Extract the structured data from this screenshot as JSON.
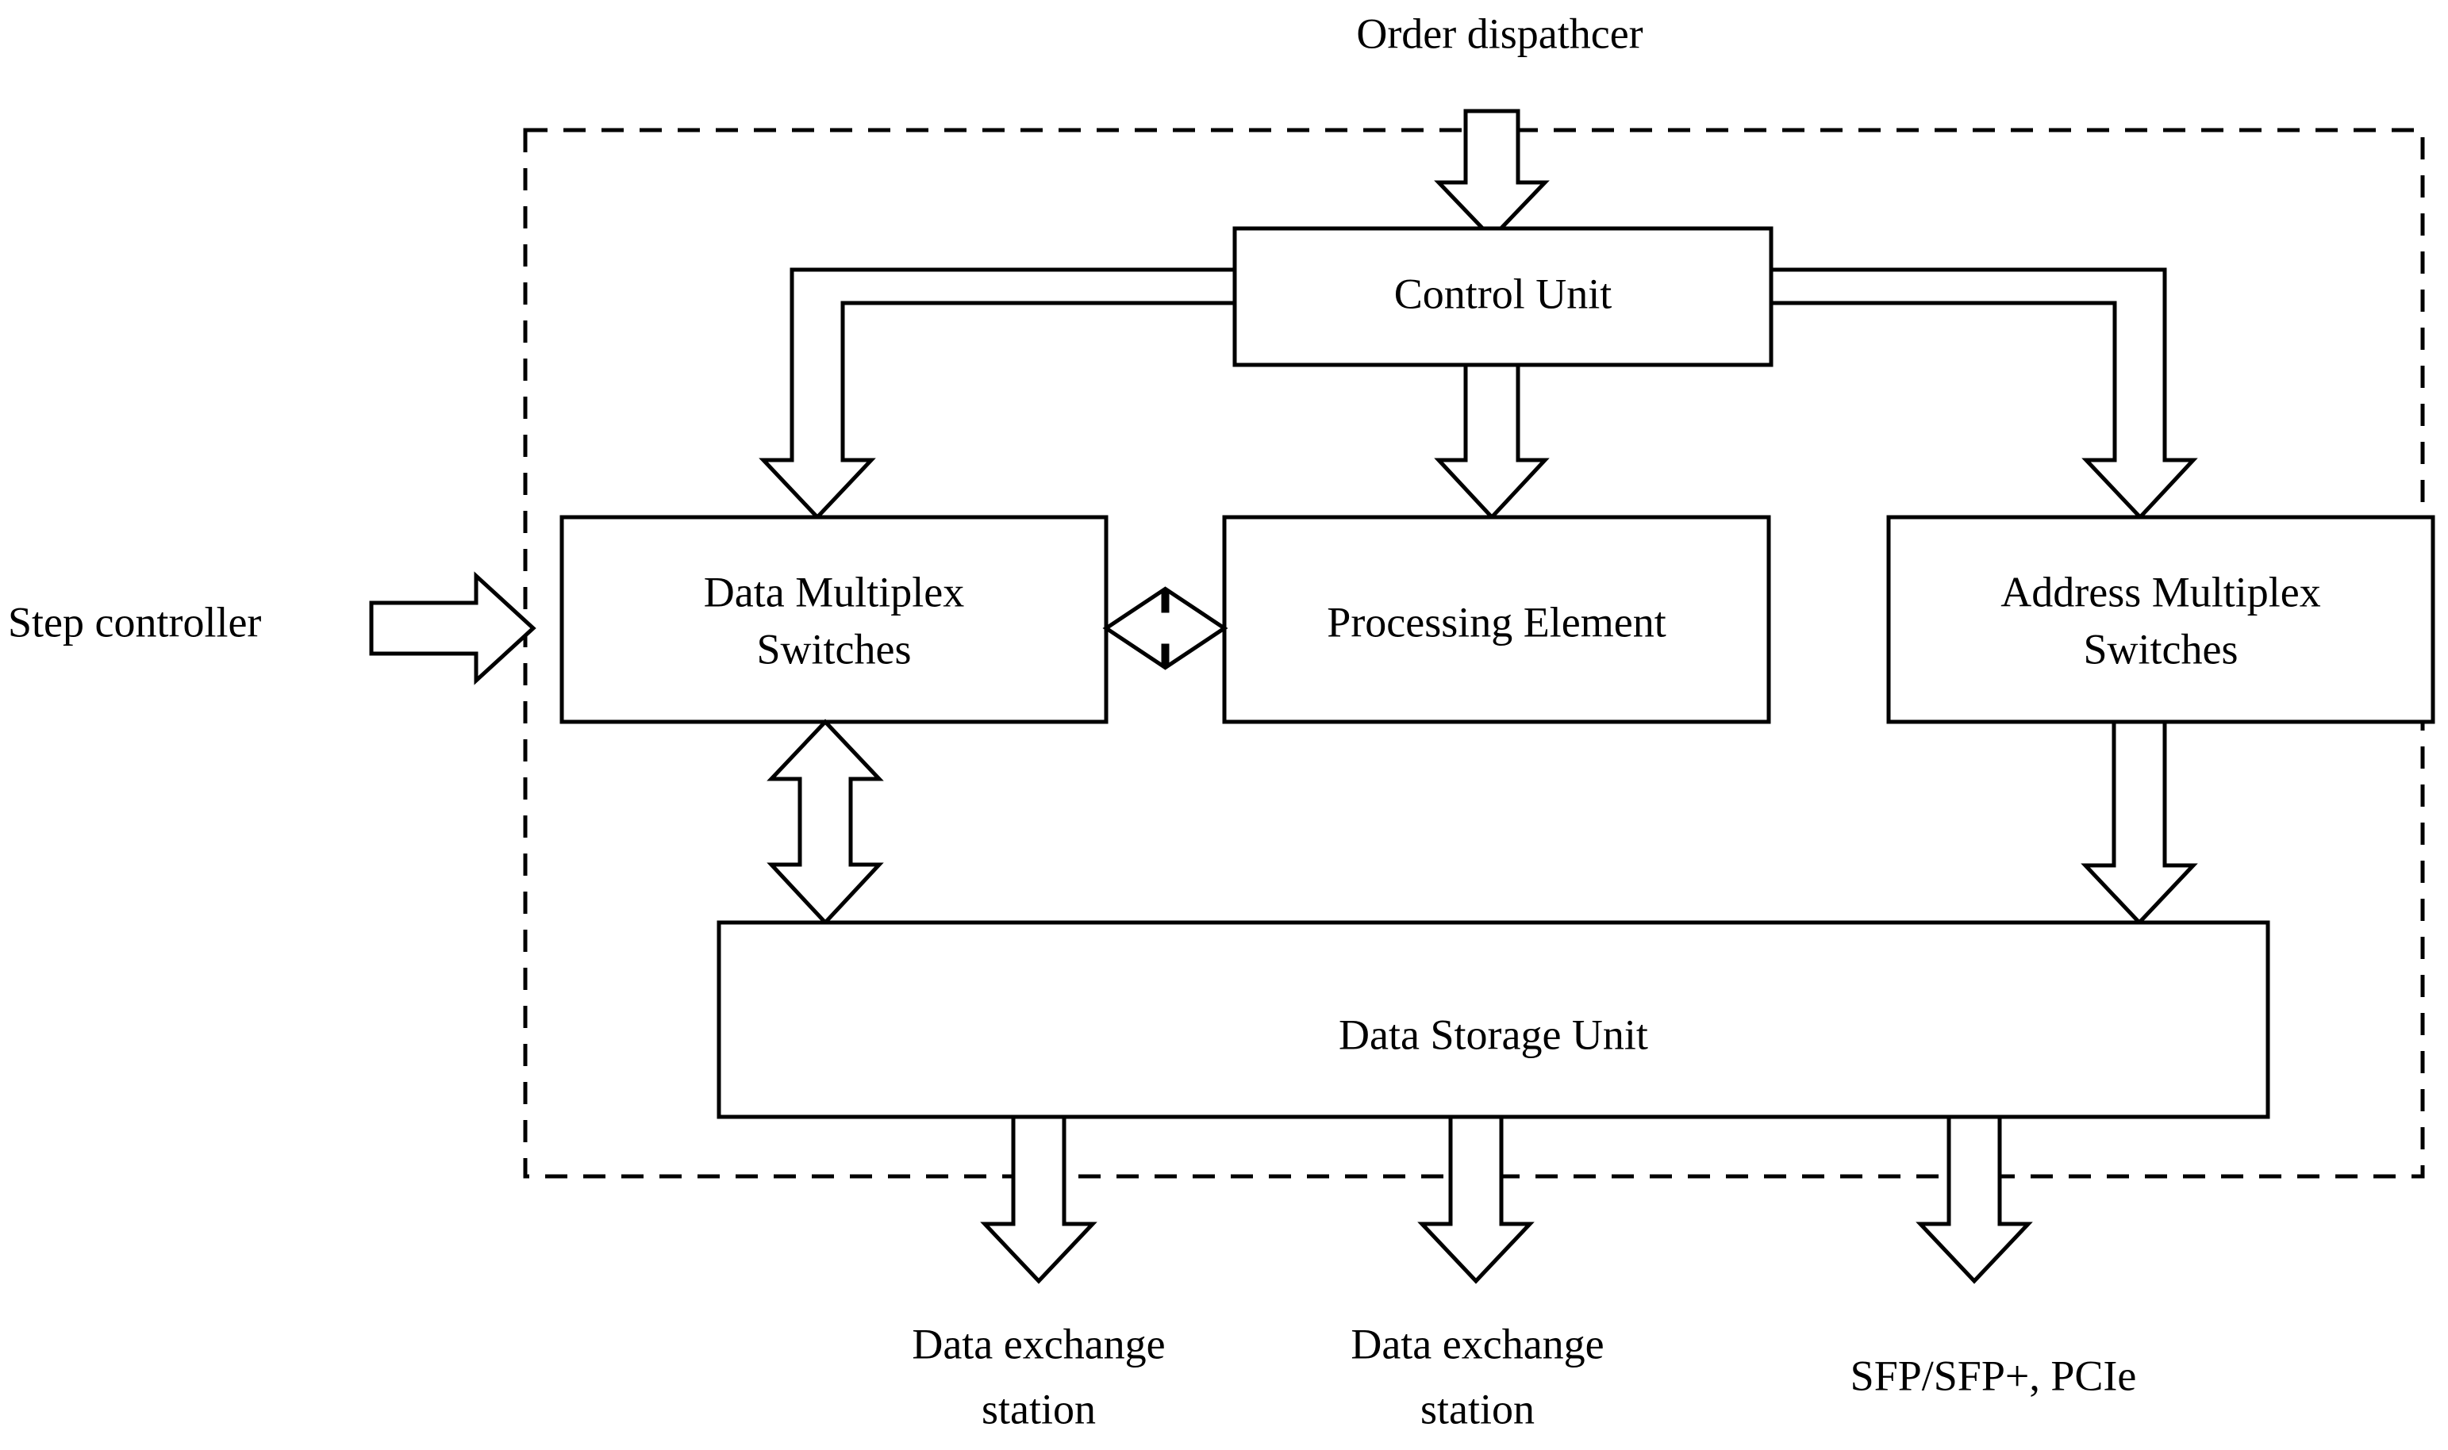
{
  "diagram": {
    "title": "Hardware architecture block diagram",
    "colors": {
      "stroke": "#000000",
      "fill": "#ffffff",
      "background": "#ffffff"
    },
    "external_labels": {
      "top": "Order dispathcer",
      "left": "Step controller",
      "bottom": [
        {
          "line1": "Data exchange",
          "line2": "station"
        },
        {
          "line1": "Data exchange",
          "line2": "station"
        },
        {
          "line1": "SFP/SFP+, PCIe",
          "line2": ""
        }
      ]
    },
    "blocks": {
      "control_unit": {
        "label": "Control Unit"
      },
      "data_multiplex_switches": {
        "line1": "Data Multiplex",
        "line2": "Switches"
      },
      "processing_element": {
        "label": "Processing Element"
      },
      "address_multiplex_switches": {
        "line1": "Address Multiplex",
        "line2": "Switches"
      },
      "data_storage_unit": {
        "label": "Data Storage Unit"
      }
    },
    "connections": [
      {
        "from": "Order dispathcer",
        "to": "Control Unit",
        "kind": "arrow-down"
      },
      {
        "from": "Control Unit",
        "to": "Data Multiplex Switches",
        "kind": "elbow-arrow-left-down"
      },
      {
        "from": "Control Unit",
        "to": "Processing Element",
        "kind": "arrow-down"
      },
      {
        "from": "Control Unit",
        "to": "Address Multiplex Switches",
        "kind": "elbow-arrow-right-down"
      },
      {
        "from": "Step controller",
        "to": "Data Multiplex Switches",
        "kind": "arrow-right"
      },
      {
        "from": "Data Multiplex Switches",
        "to": "Processing Element",
        "kind": "arrow-bidirectional-horizontal"
      },
      {
        "from": "Data Multiplex Switches",
        "to": "Data Storage Unit",
        "kind": "arrow-bidirectional-vertical"
      },
      {
        "from": "Address Multiplex Switches",
        "to": "Data Storage Unit",
        "kind": "arrow-down"
      },
      {
        "from": "Data Storage Unit",
        "to": "Data exchange station",
        "kind": "arrow-down"
      },
      {
        "from": "Data Storage Unit",
        "to": "Data exchange station",
        "kind": "arrow-down"
      },
      {
        "from": "Data Storage Unit",
        "to": "SFP/SFP+, PCIe",
        "kind": "arrow-down"
      }
    ]
  }
}
